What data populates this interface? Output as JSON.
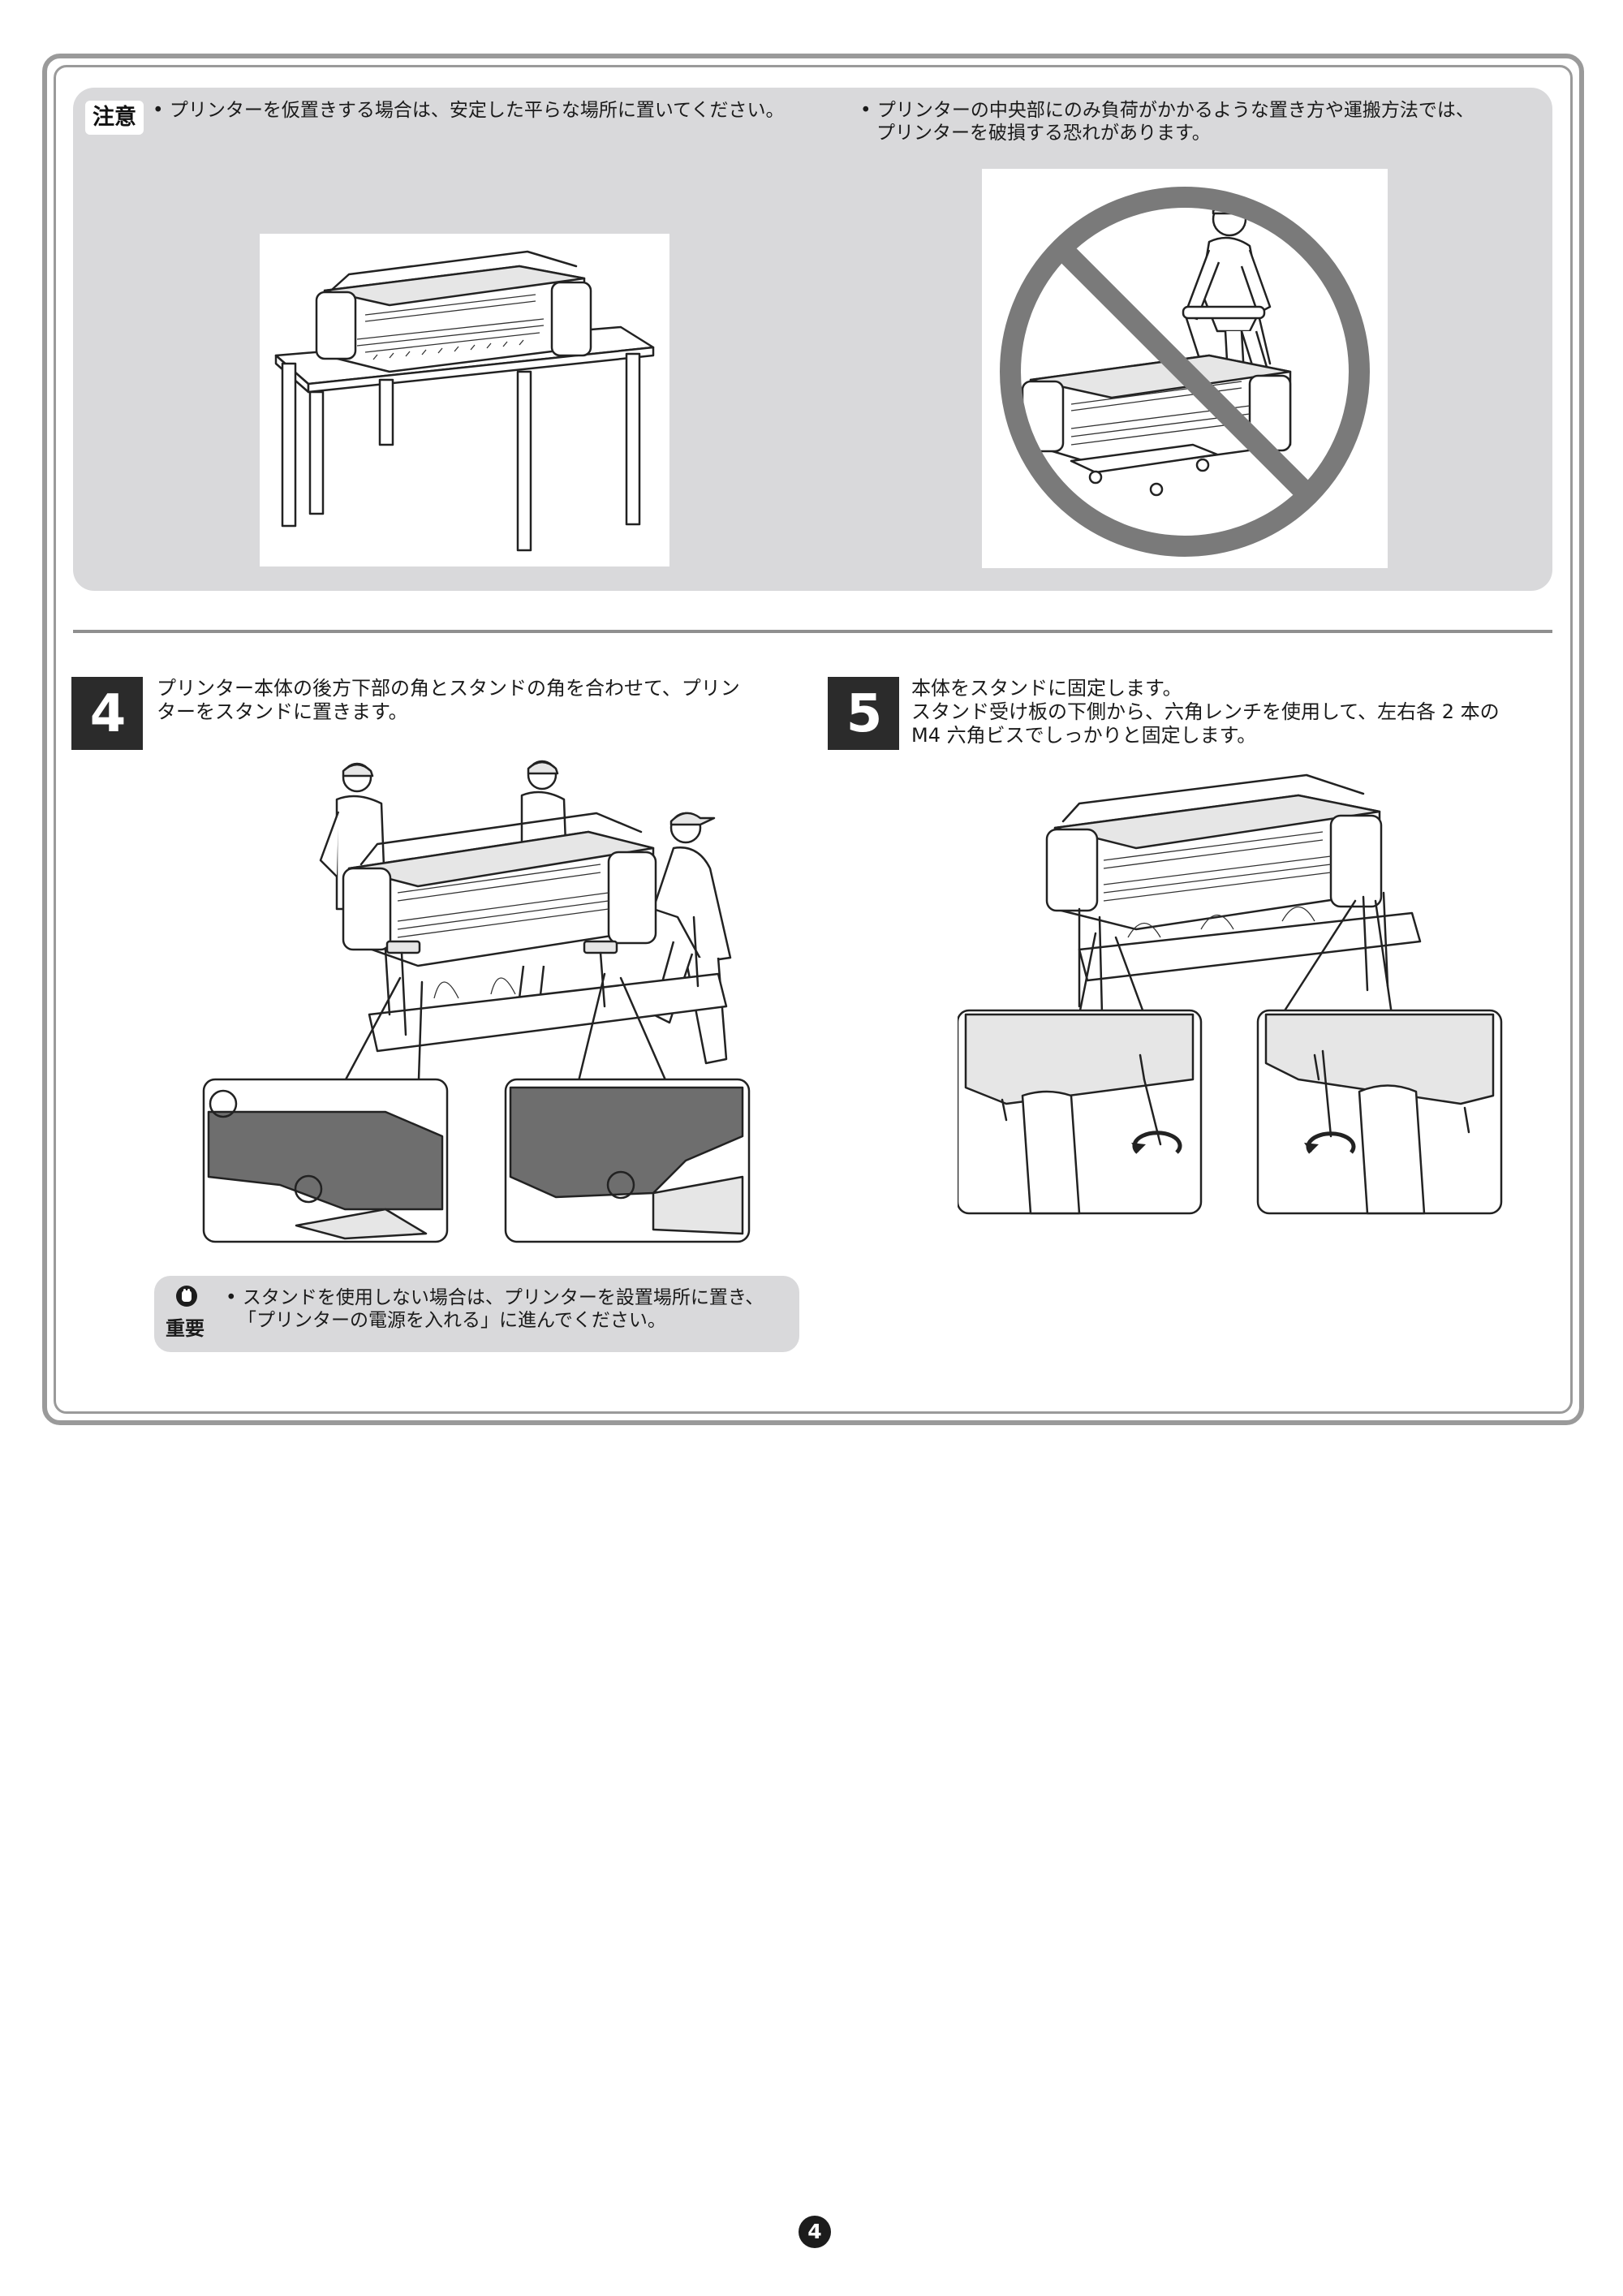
{
  "caution": {
    "label": "注意",
    "left_bullet": "• プリンターを仮置きする場合は、安定した平らな場所に置いてください。",
    "right_bullet_line1": "• プリンターの中央部にのみ負荷がかかるような置き方や運搬方法では、",
    "right_bullet_line2": "プリンターを破損する恐れがあります。"
  },
  "step4": {
    "number": "4",
    "line1": "プリンター本体の後方下部の角とスタンドの角を合わせて、プリン",
    "line2": "ターをスタンドに置きます。"
  },
  "step5": {
    "number": "5",
    "line1": "本体をスタンドに固定します。",
    "line2": "スタンド受け板の下側から、六角レンチを使用して、左右各 2 本の",
    "line3": "M4 六角ビスでしっかりと固定します。"
  },
  "important": {
    "label": "重要",
    "line1": "• スタンドを使用しない場合は、プリンターを設置場所に置き、",
    "line2": "「プリンターの電源を入れる」に進んでください。"
  },
  "page_number": "4",
  "colors": {
    "panel_gray": "#d9d9db",
    "frame_gray": "#9a9a9a",
    "step_badge": "#2b2b2b",
    "prohibition_gray": "#7a7a7a"
  },
  "icons": [
    "prohibition-icon",
    "important-hand-icon",
    "rotate-arrow-icon"
  ]
}
